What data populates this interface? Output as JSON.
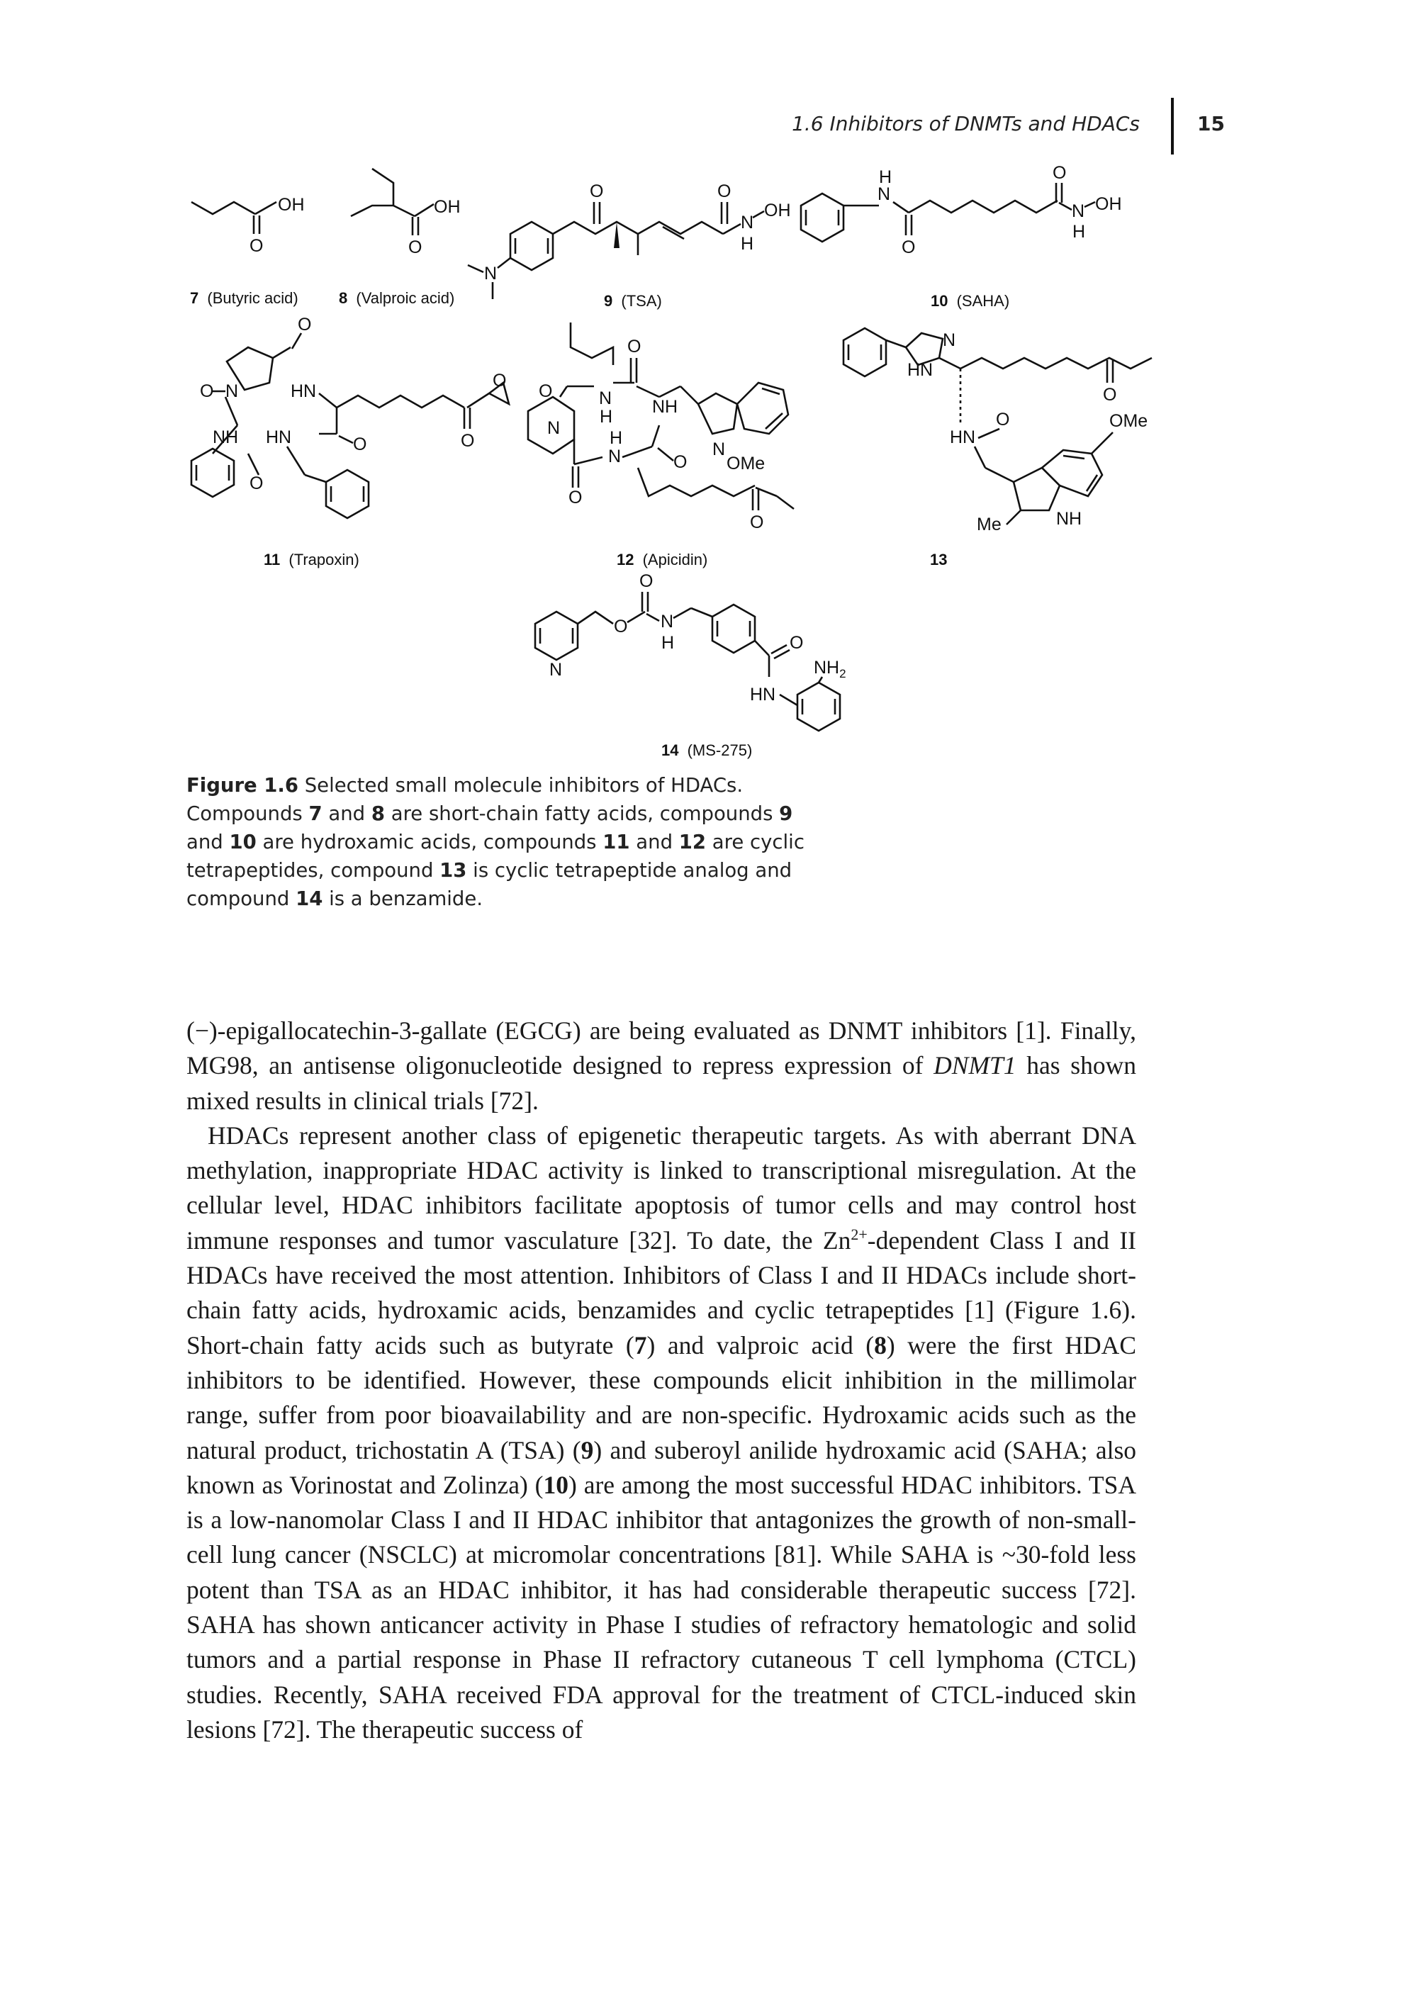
{
  "header": {
    "section_title": "1.6 Inhibitors of DNMTs and HDACs",
    "page_number": "15"
  },
  "figure": {
    "compounds": [
      {
        "number": "7",
        "name": "(Butyric acid)"
      },
      {
        "number": "8",
        "name": "(Valproic acid)"
      },
      {
        "number": "9",
        "name": "(TSA)"
      },
      {
        "number": "10",
        "name": "(SAHA)"
      },
      {
        "number": "11",
        "name": "(Trapoxin)"
      },
      {
        "number": "12",
        "name": "(Apicidin)"
      },
      {
        "number": "13",
        "name": ""
      },
      {
        "number": "14",
        "name": "(MS-275)"
      }
    ],
    "atom_labels": {
      "oh": "OH",
      "o": "O",
      "n": "N",
      "h": "H",
      "nh": "NH",
      "hn": "HN",
      "ome": "OMe",
      "me": "Me",
      "nh2": "NH",
      "nh2_sub": "2"
    }
  },
  "caption": {
    "label": "Figure 1.6",
    "text_1": " Selected small molecule inhibitors of HDACs. Compounds ",
    "n7": "7",
    "text_2": " and ",
    "n8": "8",
    "text_3": " are short-chain fatty acids, compounds ",
    "n9": "9",
    "text_4": " and ",
    "n10": "10",
    "text_5": " are hydroxamic acids, compounds ",
    "n11": "11",
    "text_6": " and ",
    "n12": "12",
    "text_7": " are cyclic tetrapeptides, compound ",
    "n13": "13",
    "text_8": " is cyclic tetrapeptide analog and compound ",
    "n14": "14",
    "text_9": " is a benzamide."
  },
  "body": {
    "p1": {
      "a": "(−)-epigallocatechin-3-gallate (EGCG) are being evaluated as DNMT inhibitors [1]. Finally, MG98, an antisense oligonucleotide designed to repress expression of ",
      "gene": "DNMT1",
      "b": " has shown mixed results in clinical trials [72]."
    },
    "p2": {
      "a": "HDACs represent another class of epigenetic therapeutic targets. As with aberrant DNA methylation, inappropriate HDAC activity is linked to transcriptional misregulation. At the cellular level, HDAC inhibitors facilitate apoptosis of tumor cells and may control host immune responses and tumor vasculature [32]. To date, the Zn",
      "sup": "2+",
      "b": "-dependent Class I and II HDACs have received the most attention. Inhibitors of Class I and II HDACs include short-chain fatty acids, hydroxamic acids, benzamides and cyclic tetrapeptides [1] (Figure 1.6). Short-chain fatty acids such as butyrate (",
      "n7": "7",
      "c": ") and valproic acid (",
      "n8": "8",
      "d": ") were the first HDAC inhibitors to be identified. However, these compounds elicit inhibition in the millimolar range, suffer from poor bioavailability and are non-specific. Hydroxamic acids such as the natural product, trichostatin A (TSA) (",
      "n9": "9",
      "e": ") and suberoyl anilide hydroxamic acid (SAHA; also known as Vorinostat and Zolinza) (",
      "n10": "10",
      "f": ") are among the most successful HDAC inhibitors. TSA is a low-nanomolar Class I and II HDAC inhibitor that antagonizes the growth of non-small-cell lung cancer (NSCLC) at micromolar concentrations [81]. While SAHA is ~30-fold less potent than TSA as an HDAC inhibitor, it has had considerable therapeutic success [72]. SAHA has shown anticancer activity in Phase I studies of refractory hematologic and solid tumors and a partial response in Phase II refractory cutaneous T cell lymphoma (CTCL) studies. Recently, SAHA received FDA approval for the treatment of CTCL-induced skin lesions [72]. The therapeutic success of"
    }
  }
}
